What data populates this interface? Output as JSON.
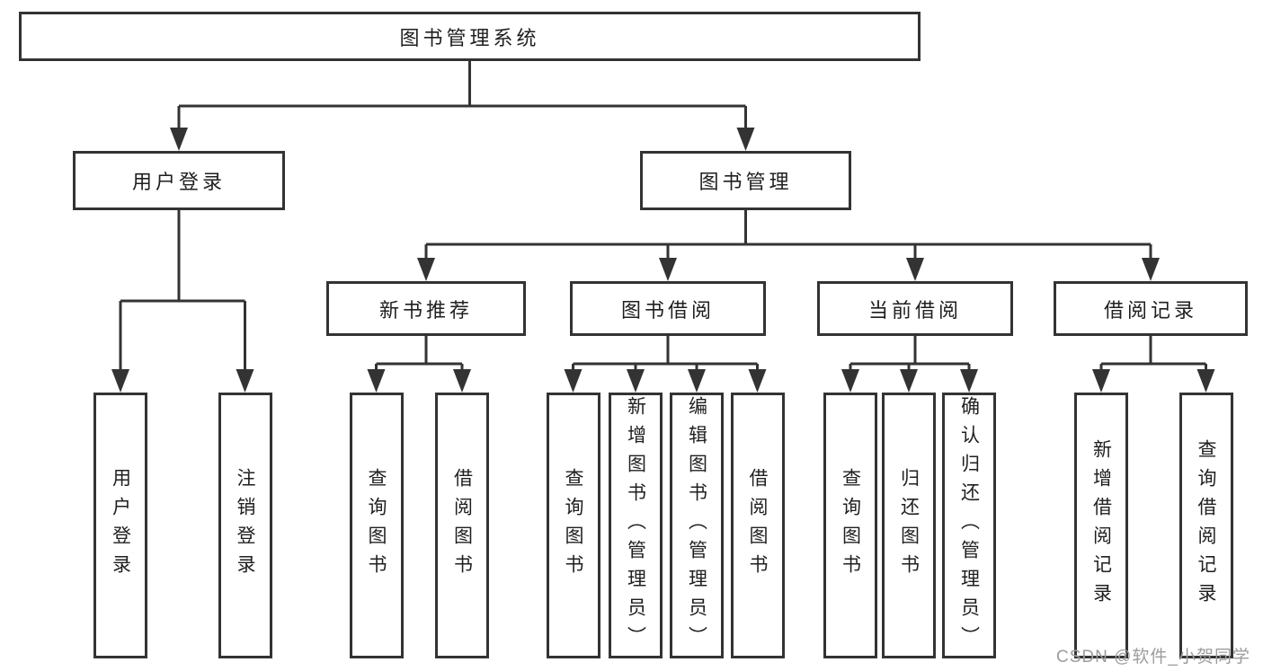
{
  "tree": {
    "root": {
      "label": "图书管理系统"
    },
    "branches": [
      {
        "label": "用户登录",
        "leaves": [
          "用户登录",
          "注销登录"
        ]
      },
      {
        "label": "图书管理",
        "groups": [
          {
            "label": "新书推荐",
            "leaves": [
              "查询图书",
              "借阅图书"
            ]
          },
          {
            "label": "图书借阅",
            "leaves": [
              "查询图书",
              "新增图书（管理员）",
              "编辑图书（管理员）",
              "借阅图书"
            ]
          },
          {
            "label": "当前借阅",
            "leaves": [
              "查询图书",
              "归还图书",
              "确认归还（管理员）"
            ]
          },
          {
            "label": "借阅记录",
            "leaves": [
              "新增借阅记录",
              "查询借阅记录"
            ]
          }
        ]
      }
    ]
  },
  "watermark": {
    "text": "CSDN @软件_小贺同学"
  },
  "colors": {
    "line": "#333333",
    "box_fill": "#ffffff",
    "text": "#1f1f1f",
    "background": "#ffffff",
    "watermark": "#9c9c9c"
  }
}
